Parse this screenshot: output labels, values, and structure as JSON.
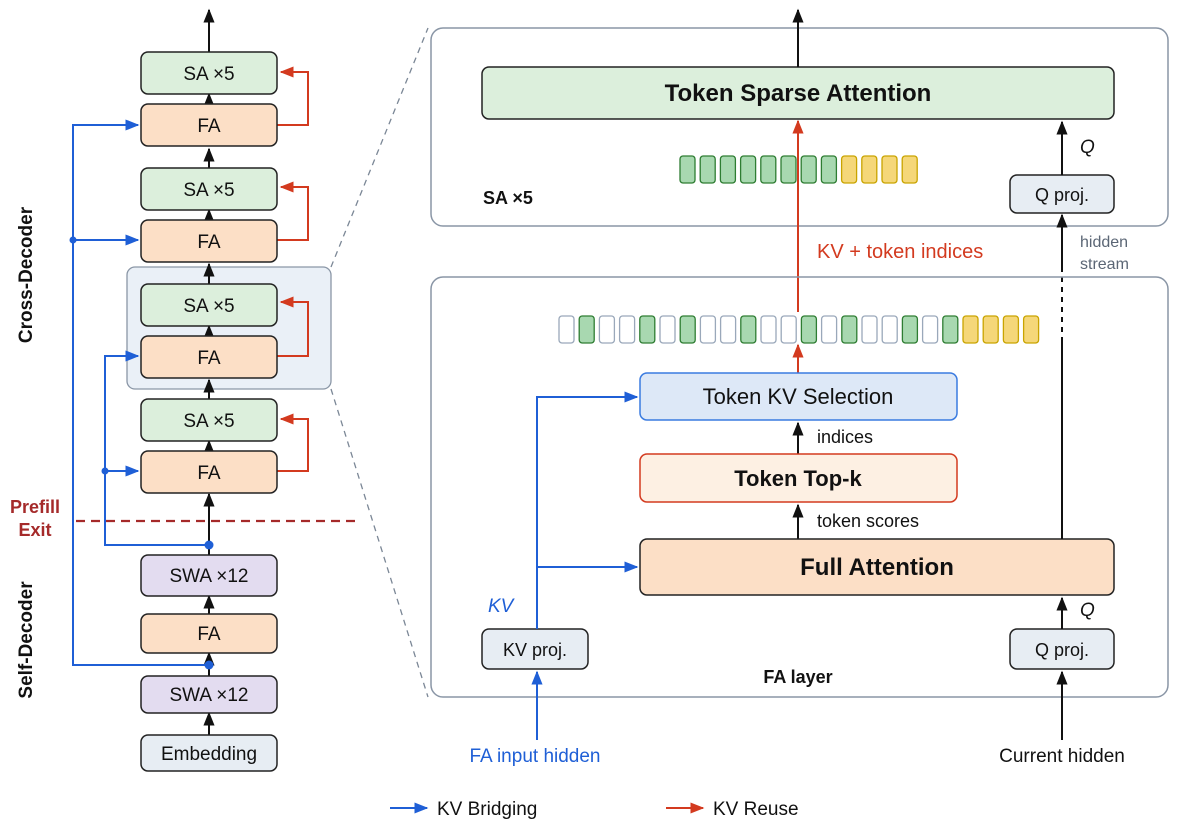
{
  "left_stack": {
    "cross_decoder_label": "Cross-Decoder",
    "self_decoder_label": "Self-Decoder",
    "prefill_exit_line1": "Prefill",
    "prefill_exit_line2": "Exit",
    "sa_label": "SA ×5",
    "fa_label": "FA",
    "swa_label": "SWA ×12",
    "embedding_label": "Embedding"
  },
  "sa_panel": {
    "title": "SA ×5",
    "token_sparse_attention": "Token Sparse Attention",
    "q_proj": "Q proj.",
    "q_symbol": "Q",
    "hidden_stream_line1": "hidden",
    "hidden_stream_line2": "stream",
    "kv_token_indices": "KV + token indices"
  },
  "fa_panel": {
    "title": "FA layer",
    "token_kv_selection": "Token KV Selection",
    "indices": "indices",
    "token_topk": "Token Top-k",
    "token_scores": "token scores",
    "full_attention": "Full Attention",
    "kv_proj": "KV proj.",
    "q_proj": "Q proj.",
    "kv_symbol": "KV",
    "q_symbol": "Q",
    "fa_input_hidden": "FA input hidden",
    "current_hidden": "Current hidden"
  },
  "legend": {
    "kv_bridging": "KV Bridging",
    "kv_reuse": "KV Reuse"
  },
  "token_rows": {
    "fa_row": [
      "empty",
      "green",
      "empty",
      "empty",
      "green",
      "empty",
      "green",
      "empty",
      "empty",
      "green",
      "empty",
      "empty",
      "green",
      "empty",
      "green",
      "empty",
      "empty",
      "green",
      "empty",
      "green",
      "yellow",
      "yellow",
      "yellow",
      "yellow"
    ],
    "sa_row": [
      "green",
      "green",
      "green",
      "green",
      "green",
      "green",
      "green",
      "green",
      "yellow",
      "yellow",
      "yellow",
      "yellow"
    ]
  },
  "colors": {
    "kv_bridging": "#1f5fd6",
    "kv_reuse": "#d33a1f",
    "prefill_exit": "#a52a2a",
    "sa_fill": "#dcefdc",
    "fa_fill": "#fcdfc6",
    "swa_fill": "#e3dcf0",
    "embedding_fill": "#e7edf3",
    "selection_fill": "#dde8f7",
    "selection_border": "#3a7be0",
    "topk_fill": "#fdf0e3",
    "topk_border": "#d33a1f",
    "panel_border": "#8a96a6",
    "highlight_fill": "#eaf0f7",
    "token_green": "#a8d8b0",
    "token_green_border": "#2e7d32",
    "token_yellow": "#f5d779",
    "token_yellow_border": "#c9a400",
    "token_empty_border": "#9aa8ba"
  }
}
